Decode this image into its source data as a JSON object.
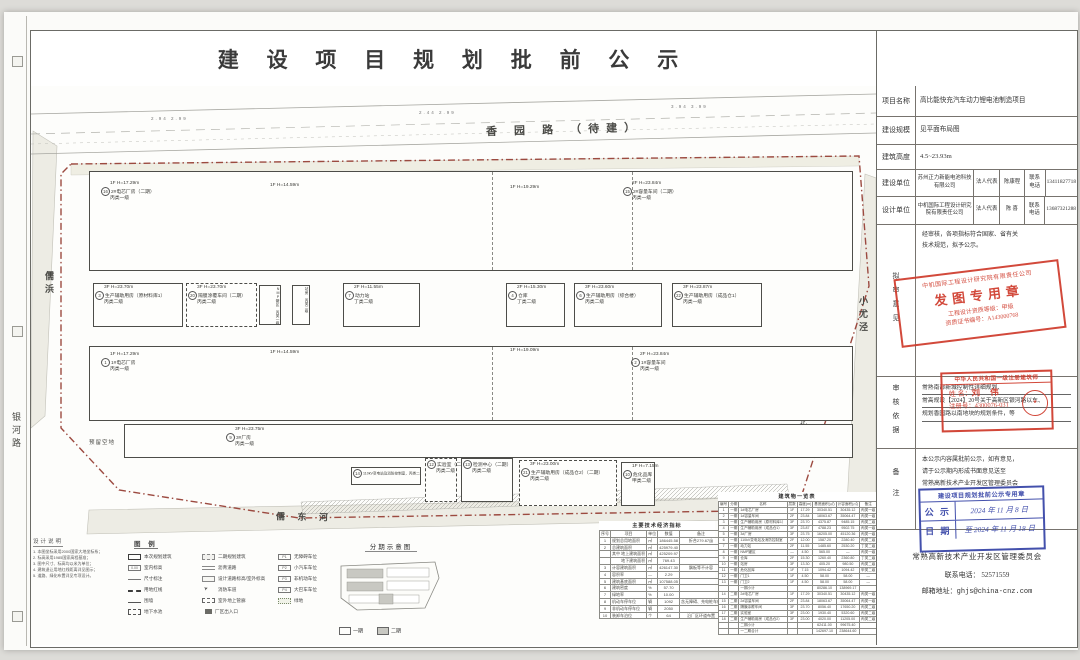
{
  "title": "建 设 项 目 规 划 批 前 公 示",
  "map": {
    "roads": {
      "top": "香 园 路 （待建）",
      "left_river": "儒浜",
      "left_road": "银河路",
      "right_river": "小尤泾",
      "bottom_river": "儒 东 河",
      "north": "北",
      "reserved": "预留空地",
      "dims": [
        "2.94",
        "2.99",
        "2.44",
        "2.99",
        "3.94",
        "3.99"
      ]
    },
    "buildings": [
      {
        "n": "16",
        "h": "1F H=17.29m",
        "name": "2#电芯厂房（二期）",
        "cls": "丙类一级"
      },
      {
        "h": "1F H=14.59m"
      },
      {
        "h": "1F H=19.29m"
      },
      {
        "n": "15",
        "h": "2F H=23.84m",
        "name": "2#容量车间（二期）",
        "cls": "丙类一级"
      },
      {
        "n": "3",
        "h": "3F H=23.70m",
        "name": "生产辅助用房（原材料库1）",
        "cls": "丙类二级"
      },
      {
        "n": "20",
        "h": "3F H=23.70m",
        "name": "隔膜涂覆车间（二期）",
        "cls": "丙类二级"
      },
      {
        "n": "8",
        "name": "NMP罐区",
        "cls": "丙类一级"
      },
      {
        "n": "5",
        "name": "站房",
        "cls": "丙类二级"
      },
      {
        "n": "7",
        "h": "2F H=11.55m",
        "name": "动力站",
        "cls": "丁类二级"
      },
      {
        "n": "4",
        "h": "2F H=15.30m",
        "name": "仓库",
        "cls": "丁类二级"
      },
      {
        "n": "6",
        "h": "3F H=23.60m",
        "name": "生产辅助用房（综合楼）",
        "cls": "丙类二级"
      },
      {
        "n": "22",
        "h": "3F H=23.87m",
        "name": "生产辅助用房（成品仓1）",
        "cls": "丙类一级"
      },
      {
        "n": "1",
        "h": "1F H=17.29m",
        "name": "1#电芯厂房",
        "cls": "丙类一级"
      },
      {
        "h": "1F H=14.59m"
      },
      {
        "h": "1F H=19.09m"
      },
      {
        "n": "2",
        "h": "2F H=23.84m",
        "name": "1#容量车间",
        "cls": "丙类一级"
      },
      {
        "n": "9",
        "h": "3F H=23.75m",
        "name": "3#厂房",
        "cls": "丙类一级"
      },
      {
        "n": "14",
        "name": "110kV变电站及消防控制室",
        "cls": "丙类二级"
      },
      {
        "n": "12",
        "name": "实验室（二期）",
        "cls": "丙类二级"
      },
      {
        "n": "13",
        "name": "检测中心（二期）",
        "cls": "丙类二级"
      },
      {
        "n": "21",
        "h": "3F H=23.00m",
        "name": "生产辅助用房（成品仓2）（二期）",
        "cls": "丙类二级"
      },
      {
        "n": "10",
        "h": "1F H=7.15m",
        "name": "危化品库",
        "cls": "甲类二级"
      }
    ],
    "legend": {
      "title": "图 例",
      "cols": [
        [
          "本次规划建筑",
          "室内标高",
          "尺寸标注",
          "用地红线",
          "围墙",
          "地下水池"
        ],
        [
          "二期规划建筑",
          "沥青道路",
          "设计道路标高/室外标高",
          "消防车道",
          "室外地上管廊",
          "厂区出入口"
        ],
        [
          "无障碍车位",
          "小汽车车位",
          "非机动车位",
          "大巴车车位",
          "绿地"
        ]
      ]
    },
    "phasing": {
      "title": "分期示意图",
      "p1": "一期",
      "p2": "二期"
    },
    "notes": {
      "title": "设计说明",
      "lines": [
        "1. 本图坐标采用2000国家大地坐标系；",
        "2. 标高采用1985国家高程基准；",
        "3. 图中尺寸、标高均以米为单位；",
        "4. 建筑退让用地红线距离详见图示；",
        "5. 道路、绿化布置详见专项设计。"
      ]
    },
    "tables": {
      "indicators": {
        "title": "主要技术经济指标",
        "headers": [
          "序号",
          "项目",
          "单位",
          "数值",
          "备注"
        ],
        "rows": [
          [
            "1",
            "规划总用地面积",
            "㎡",
            "186445.58",
            "折合279.67亩"
          ],
          [
            "2",
            "总建筑面积",
            "㎡",
            "425979.40",
            ""
          ],
          [
            "",
            "其中 地上建筑面积",
            "㎡",
            "425209.97",
            ""
          ],
          [
            "",
            "　　 地下建筑面积",
            "㎡",
            "769.43",
            ""
          ],
          [
            "3",
            "计容建筑面积",
            "㎡",
            "426147.30",
            "飘板等不计容"
          ],
          [
            "4",
            "容积率",
            "—",
            "2.29",
            ""
          ],
          [
            "5",
            "建筑基底面积",
            "㎡",
            "107588.05",
            ""
          ],
          [
            "6",
            "建筑密度",
            "%",
            "57.70",
            ""
          ],
          [
            "7",
            "绿地率",
            "%",
            "10.00",
            ""
          ],
          [
            "8",
            "机动车停车位",
            "辆",
            "1092",
            "含无障碍、充电桩车位"
          ],
          [
            "9",
            "非机动车停车位",
            "辆",
            "2050",
            ""
          ],
          [
            "10",
            "装卸车泊位",
            "个",
            "64",
            "沿厂区环道布置"
          ]
        ]
      },
      "blds": {
        "title": "建筑物一览表",
        "headers": [
          "编号",
          "分期",
          "名称",
          "层数",
          "高度(m)",
          "基底面积(㎡)",
          "计容面积(㎡)",
          "备注"
        ],
        "rows": [
          [
            "1",
            "一期",
            "1#电芯厂房",
            "1F",
            "17.29",
            "30340.51",
            "30435.12",
            "丙类一级"
          ],
          [
            "2",
            "一期",
            "1#容量车间",
            "2F",
            "23.84",
            "18063.67",
            "35064.47",
            "丙类一级"
          ],
          [
            "3",
            "一期",
            "生产辅助用房（原材料库1）",
            "3F",
            "23.70",
            "4375.87",
            "9485.15",
            "丙类二级"
          ],
          [
            "4",
            "一期",
            "生产辅助用房（成品仓1）",
            "3F",
            "23.87",
            "4788.23",
            "9502.75",
            "丙类一级"
          ],
          [
            "5",
            "一期",
            "3#厂房",
            "3F",
            "23.75",
            "16205.00",
            "45120.36",
            "丙类一级"
          ],
          [
            "6",
            "一期",
            "110kV变电站及消防控制室",
            "2F",
            "12.00",
            "1587.20",
            "2280.40",
            "丙类二级"
          ],
          [
            "7",
            "一期",
            "动力站",
            "2F",
            "11.55",
            "1485.60",
            "2530.20",
            "丁类二级"
          ],
          [
            "8",
            "一期",
            "NMP罐区",
            "—",
            "4.50",
            "565.00",
            "—",
            "丙类一级"
          ],
          [
            "9",
            "一期",
            "仓库",
            "2F",
            "15.30",
            "1260.40",
            "2360.80",
            "丁类二级"
          ],
          [
            "10",
            "一期",
            "站房",
            "3F",
            "13.30",
            "405.20",
            "980.50",
            "丙类二级"
          ],
          [
            "11",
            "一期",
            "危化品库",
            "1F",
            "7.15",
            "1094.42",
            "1094.42",
            "甲类二级"
          ],
          [
            "12",
            "一期",
            "门卫1",
            "1F",
            "4.50",
            "58.00",
            "58.00",
            "—"
          ],
          [
            "13",
            "一期",
            "门卫2",
            "1F",
            "4.50",
            "58.00",
            "58.00",
            "—"
          ],
          [
            "",
            "",
            "一期小计",
            "",
            "",
            "80286.10",
            "138969.17",
            ""
          ],
          [
            "14",
            "二期",
            "2#电芯厂房",
            "1F",
            "17.29",
            "30340.51",
            "30435.12",
            "丙类一级"
          ],
          [
            "15",
            "二期",
            "2#容量车间",
            "2F",
            "23.84",
            "18063.67",
            "35064.47",
            "丙类一级"
          ],
          [
            "16",
            "二期",
            "隔膜涂覆车间",
            "3F",
            "23.70",
            "8056.40",
            "17650.20",
            "丙类二级"
          ],
          [
            "17",
            "二期",
            "实验室",
            "3F",
            "23.00",
            "1930.40",
            "5320.60",
            "丙类二级"
          ],
          [
            "18",
            "二期",
            "生产辅助用房（成品仓2）",
            "3F",
            "23.00",
            "4020.00",
            "11205.00",
            "丙类二级"
          ],
          [
            "",
            "",
            "二期小计",
            "",
            "",
            "62411.00",
            "99675.40",
            ""
          ],
          [
            "",
            "",
            "一二期合计",
            "",
            "",
            "142697.10",
            "238644.60",
            ""
          ]
        ]
      }
    }
  },
  "panel": {
    "rows": [
      {
        "label": "项目名称",
        "value": "高比能快充汽车动力锂电池制造项目"
      },
      {
        "label": "建设规模",
        "value": "见平面布局图"
      },
      {
        "label": "建筑高度",
        "value": "4.5~23.93m"
      },
      {
        "label": "建设单位",
        "value": "苏州正力新能电池科技有限公司",
        "rep_label": "法人代表",
        "rep": "陈康程",
        "tel_label": "联系\n电话",
        "tel": "13411827718"
      },
      {
        "label": "设计单位",
        "value": "中机国际工程设计研究院有限责任公司",
        "rep_label": "法人代表",
        "rep": "陈  喜",
        "tel_label": "联系\n电话",
        "tel": "13687321288"
      }
    ],
    "review": {
      "label": "拟审意见",
      "text1": "经审核，各项指标符合国家、省有关",
      "text2": "技术规范，拟予公示。"
    },
    "stamp_design": {
      "line1": "中机国际工程设计研究院有限责任公司",
      "line2": "发图专用章",
      "line3": "工程设计资质等级：甲级",
      "line4": "资质证书编号：A143000768"
    },
    "stamp_architect": {
      "header": "中华人民共和国一级注册建筑师",
      "name_label": "姓 名：",
      "name": "刘 伟",
      "reg_label": "注册号：",
      "reg": "4300076-031"
    },
    "basis": {
      "label": "审核依据",
      "lines": [
        "常熟南部新城控制性详细规划、",
        "常高规设【2024】20号关于高新区银河路以东、",
        "规划香园路以南地块的规划条件，等"
      ]
    },
    "remark": {
      "label": "备注",
      "lines": [
        "本公示内容属批前公示，如有意见，",
        "请于公示期内形成书面意见送至",
        "常熟高新技术产业开发区管理委员会"
      ]
    },
    "stamp_date": {
      "header": "建设项目规划批前公示专用章",
      "row1_label": "公 示",
      "row1_value": "2024 年 11 月 8 日",
      "row2_label": "日 期",
      "row2_value": "至 2024 年 11 月 18 日"
    },
    "footer": {
      "org": "常熟高新技术产业开发区管理委员会",
      "tel": "联系电话：  52571559",
      "mail": "邮箱地址：ghjs@china-cnz.com"
    }
  }
}
